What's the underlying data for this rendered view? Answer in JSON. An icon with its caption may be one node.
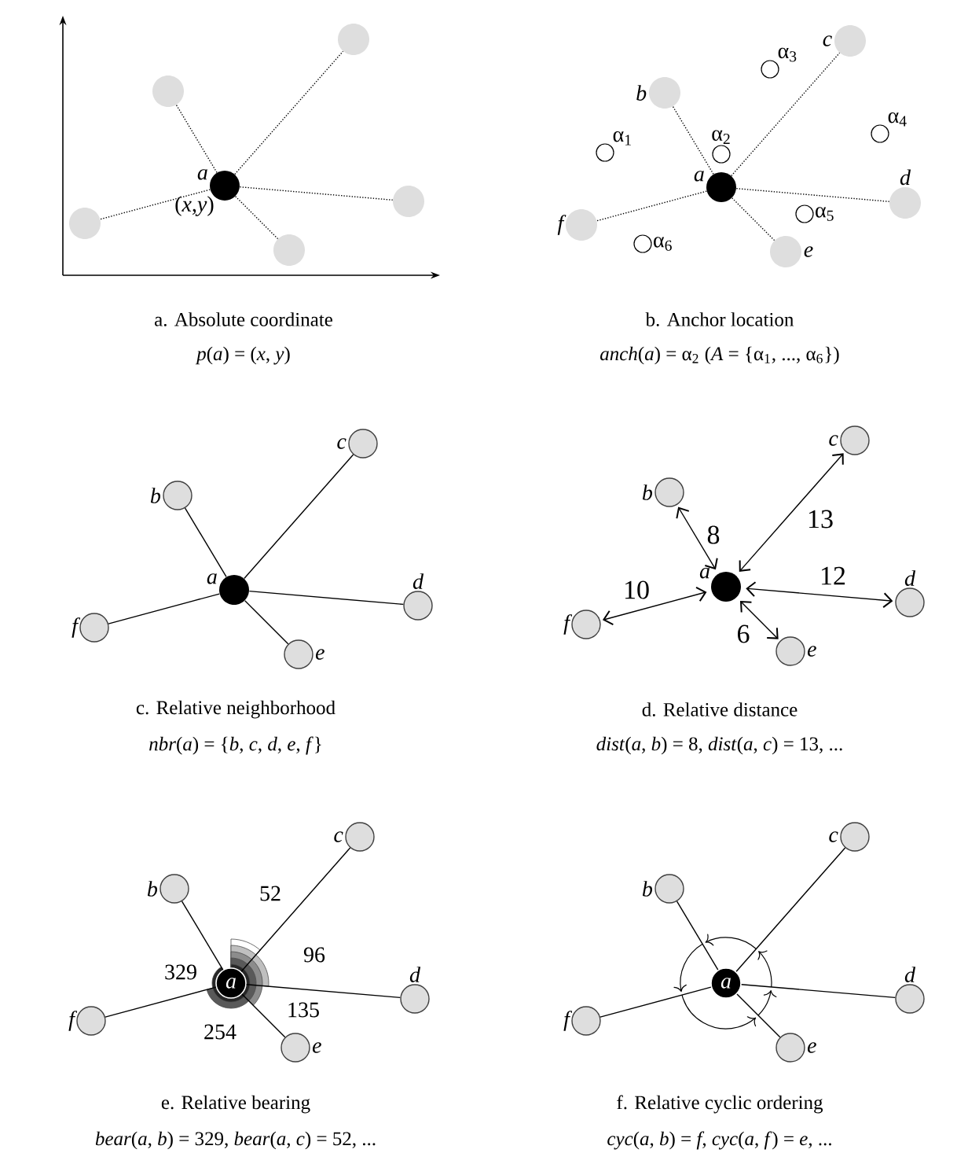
{
  "diagram": {
    "nodes": [
      {
        "text": [
          "a"
        ],
        "beside": [
          "(*x*,*y*)"
        ]
      },
      {
        "text": [],
        "shape": "circle"
      },
      {
        "text": [],
        "shape": "circle"
      },
      {
        "text": [],
        "shape": "circle"
      },
      {
        "text": [],
        "shape": "circle"
      },
      {
        "text": [],
        "shape": "circle"
      },
      {
        "text": [
          "a"
        ]
      },
      {
        "text": [
          "b"
        ]
      },
      {
        "text": [
          "c"
        ]
      },
      {
        "text": [
          "d"
        ]
      },
      {
        "text": [
          "e"
        ]
      },
      {
        "text": [
          "f"
        ]
      },
      {
        "text": [
          "α$_{1}$"
        ]
      },
      {
        "text": [
          "α$_{2}$"
        ]
      },
      {
        "text": [
          "α$_{3}$"
        ]
      },
      {
        "text": [
          "α$_{4}$"
        ]
      },
      {
        "text": [
          "α$_{5}$"
        ]
      },
      {
        "text": [
          "α$_{6}$"
        ]
      },
      {
        "text": [
          "a"
        ]
      },
      {
        "text": [
          "b"
        ]
      },
      {
        "text": [
          "c"
        ]
      },
      {
        "text": [
          "d"
        ]
      },
      {
        "text": [
          "e"
        ]
      },
      {
        "text": [
          "f"
        ]
      },
      {
        "text": [
          "a"
        ]
      },
      {
        "text": [
          "b"
        ]
      },
      {
        "text": [
          "c"
        ]
      },
      {
        "text": [
          "d"
        ]
      },
      {
        "text": [
          "e"
        ]
      },
      {
        "text": [
          "f"
        ]
      },
      {
        "text": [
          "a"
        ]
      },
      {
        "text": [
          "b"
        ]
      },
      {
        "text": [
          "c"
        ]
      },
      {
        "text": [
          "d"
        ]
      },
      {
        "text": [
          "e"
        ]
      },
      {
        "text": [
          "f"
        ]
      },
      {
        "text": [
          "a"
        ]
      },
      {
        "text": [
          "b"
        ]
      },
      {
        "text": [
          "c"
        ]
      },
      {
        "text": [
          "d"
        ]
      },
      {
        "text": [
          "e"
        ]
      },
      {
        "text": [
          "f"
        ]
      }
    ],
    "edges": [
      {
        "from": 0,
        "to": 1,
        "arrow": "none",
        "style": "dashed"
      },
      {
        "from": 0,
        "to": 2,
        "arrow": "none",
        "style": "dashed"
      },
      {
        "from": 0,
        "to": 3,
        "arrow": "none",
        "style": "dashed"
      },
      {
        "from": 0,
        "to": 4,
        "arrow": "none",
        "style": "dashed"
      },
      {
        "from": 0,
        "to": 5,
        "arrow": "none",
        "style": "dashed"
      },
      {
        "from": 6,
        "to": 7,
        "arrow": "none",
        "style": "dashed"
      },
      {
        "from": 6,
        "to": 8,
        "arrow": "none",
        "style": "dashed"
      },
      {
        "from": 6,
        "to": 9,
        "arrow": "none",
        "style": "dashed"
      },
      {
        "from": 6,
        "to": 10,
        "arrow": "none",
        "style": "dashed"
      },
      {
        "from": 6,
        "to": 11,
        "arrow": "none",
        "style": "dashed"
      },
      {
        "from": 18,
        "to": 19,
        "arrow": "none"
      },
      {
        "from": 18,
        "to": 20,
        "arrow": "none"
      },
      {
        "from": 18,
        "to": 21,
        "arrow": "none"
      },
      {
        "from": 18,
        "to": 22,
        "arrow": "none"
      },
      {
        "from": 18,
        "to": 23,
        "arrow": "none"
      },
      {
        "from": 24,
        "to": 25,
        "arrow": "both",
        "label": "8"
      },
      {
        "from": 24,
        "to": 26,
        "arrow": "both",
        "label": "13"
      },
      {
        "from": 24,
        "to": 27,
        "arrow": "both",
        "label": "12"
      },
      {
        "from": 24,
        "to": 28,
        "arrow": "both",
        "label": "6"
      },
      {
        "from": 24,
        "to": 29,
        "arrow": "both",
        "label": "10"
      },
      {
        "from": 30,
        "to": 31,
        "arrow": "none",
        "label": "329"
      },
      {
        "from": 30,
        "to": 32,
        "arrow": "none",
        "label": "52"
      },
      {
        "from": 30,
        "to": 33,
        "arrow": "none",
        "label": "96"
      },
      {
        "from": 30,
        "to": 34,
        "arrow": "none",
        "label": "135"
      },
      {
        "from": 30,
        "to": 35,
        "arrow": "none",
        "label": "254"
      },
      {
        "from": 36,
        "to": 37,
        "arrow": "none"
      },
      {
        "from": 36,
        "to": 38,
        "arrow": "none"
      },
      {
        "from": 36,
        "to": 39,
        "arrow": "none"
      },
      {
        "from": 36,
        "to": 40,
        "arrow": "none"
      },
      {
        "from": 36,
        "to": 41,
        "arrow": "none"
      }
    ],
    "labels": [
      "a. Absolute coordinate",
      "*p*(*a*) = (*x*, *y*)",
      "b. Anchor location",
      "*anch*(*a*) = α$_{2}$ (*A* = {α$_{1}$, ..., α$_{6}$})",
      "c. Relative neighborhood",
      "*nbr*(*a*) = {*b*, *c*, *d*, *e*, *f*}",
      "d. Relative distance",
      "*dist*(*a*, *b*) = 8, *dist*(*a*, *c*) = 13, ...",
      "e. Relative bearing",
      "*bear*(*a*, *b*) = 329, *bear*(*a*, *c*) = 52, ...",
      "f. Relative cyclic ordering",
      "*cyc*(*a*, *b*) = *f*, *cyc*(*a*, *f*) = *e*, ..."
    ]
  }
}
